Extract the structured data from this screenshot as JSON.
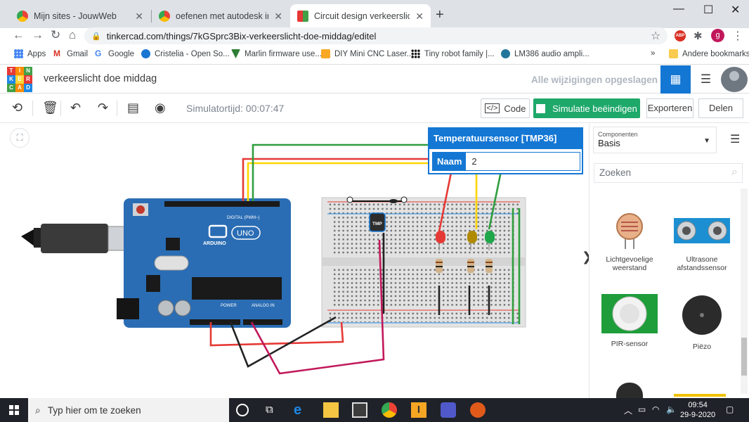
{
  "browser": {
    "tabs": [
      {
        "label": "Mijn sites - JouwWeb",
        "active": false
      },
      {
        "label": "oefenen met autodesk inventor",
        "active": false
      },
      {
        "label": "Circuit design verkeerslicht doe m",
        "active": true
      }
    ],
    "url": "tinkercad.com/things/7kGSprc3Bix-verkeerslicht-doe-middag/editel",
    "profile_initial": "g",
    "abp_label": "ABP",
    "bookmarks": [
      {
        "label": "Apps"
      },
      {
        "label": "Gmail"
      },
      {
        "label": "Google"
      },
      {
        "label": "Cristelia - Open So..."
      },
      {
        "label": "Marlin firmware use..."
      },
      {
        "label": "DIY Mini CNC Laser..."
      },
      {
        "label": "Tiny robot family |..."
      },
      {
        "label": "LM386 audio ampli..."
      }
    ],
    "bookmarks_more": "»",
    "other_bookmarks": "Andere bookmarks"
  },
  "tinkercad": {
    "logo_letters": [
      "T",
      "I",
      "N",
      "K",
      "E",
      "R",
      "C",
      "A",
      "D"
    ],
    "design_title": "verkeerslicht doe middag",
    "save_status": "Alle wijzigingen opgeslagen",
    "toolbar": {
      "sim_time": "Simulatortijd: 00:07:47",
      "code_label": "Code",
      "sim_button": "Simulatie beëindigen",
      "export_label": "Exporteren",
      "share_label": "Delen"
    },
    "inspector": {
      "title": "Temperatuursensor [TMP36]",
      "name_label": "Naam",
      "name_value": "2"
    },
    "canvas": {
      "arduino_brand": "ARDUINO",
      "arduino_model": "UNO",
      "digital_label": "DIGITAL (PWM~)",
      "power_label": "POWER",
      "analog_label": "ANALOG IN",
      "tmp_label": "TMP"
    },
    "panel": {
      "dropdown_small": "Componenten",
      "dropdown_value": "Basis",
      "search_placeholder": "Zoeken",
      "components": [
        {
          "label": "Lichtgevoelige weerstand"
        },
        {
          "label": "Ultrasone afstandssensor"
        },
        {
          "label": "PIR-sensor"
        },
        {
          "label": "Piëzo"
        }
      ]
    }
  },
  "taskbar": {
    "search_placeholder": "Typ hier om te zoeken",
    "time": "09:54",
    "date": "29-9-2020"
  },
  "colors": {
    "tinkercad_blue": "#1477d4",
    "sim_green": "#1ea86a",
    "arduino_blue": "#2a6db4"
  }
}
